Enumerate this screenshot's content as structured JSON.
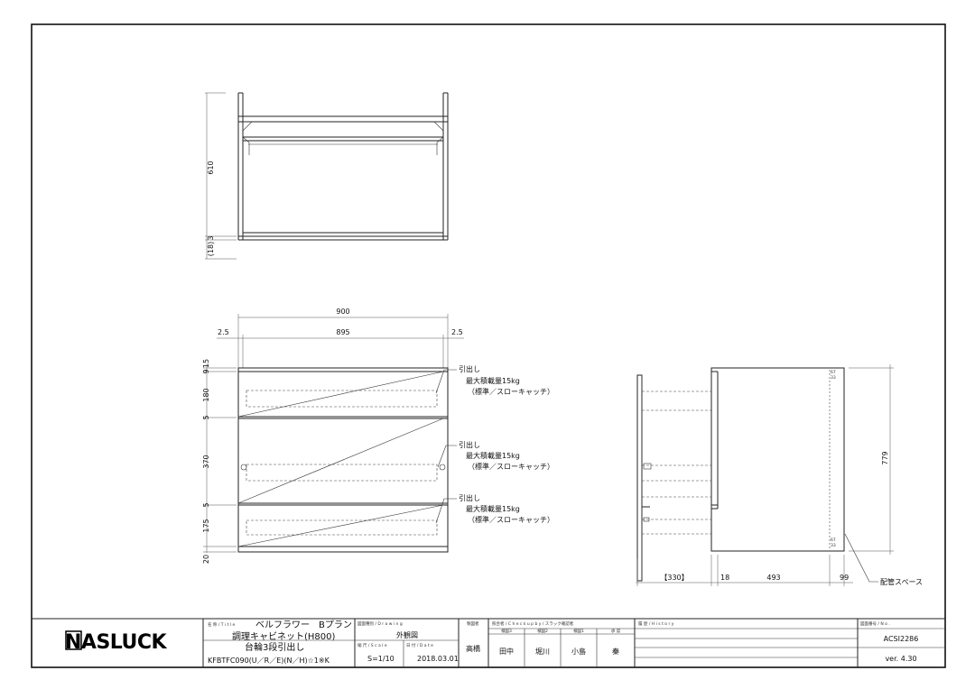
{
  "views": {
    "top": {
      "height_label": "610",
      "small_label": "3",
      "bottom_label": "(18)"
    },
    "front": {
      "overall_width": "900",
      "inner_width": "895",
      "side_gap_left": "2.5",
      "side_gap_right": "2.5",
      "vertical_dims": [
        "15",
        "9",
        "180",
        "5",
        "370",
        "5",
        "175",
        "20"
      ]
    },
    "side": {
      "height_label": "779",
      "depth_labels": [
        "【330】",
        "18",
        "493",
        "99"
      ],
      "piping_note": "配管スペース"
    }
  },
  "drawer_notes": [
    {
      "title": "引出し",
      "load": "最大積載量15kg",
      "type": "（標準／スローキャッチ）"
    },
    {
      "title": "引出し",
      "load": "最大積載量15kg",
      "type": "（標準／スローキャッチ）"
    },
    {
      "title": "引出し",
      "load": "最大積載量15kg",
      "type": "（標準／スローキャッチ）"
    }
  ],
  "title_block": {
    "logo": "NASLUCK",
    "title_caption": "名 称 / T i t l e",
    "series": "ベルフラワー　Bプラン",
    "product": "調理キャビネット(H800)",
    "spec": "台輪3段引出し",
    "model": "KFBTFC090(U／R／E)(N／H)☆1※K",
    "drawing_caption": "図面種別 / D r a w i n g",
    "drawing_type": "外観図",
    "scale_caption": "縮 尺 / S c a l e",
    "scale": "S=1/10",
    "date_caption": "日 付 / D a t e",
    "date": "2018.03.01",
    "drawer_caption": "製図者",
    "drawer_name": "高橋",
    "check_caption": "照合者 / C h e c k   u p   b y   / スラック確認者",
    "check_sub": [
      "検図3",
      "検図2",
      "検図1",
      "承 認"
    ],
    "check_names": [
      "田中",
      "堀川",
      "小島",
      "秦"
    ],
    "history_caption": "履 歴 / H i s t o r y",
    "number_caption": "図面番号 / N o .",
    "number": "ACSI2286",
    "version": "ver. 4.30"
  }
}
